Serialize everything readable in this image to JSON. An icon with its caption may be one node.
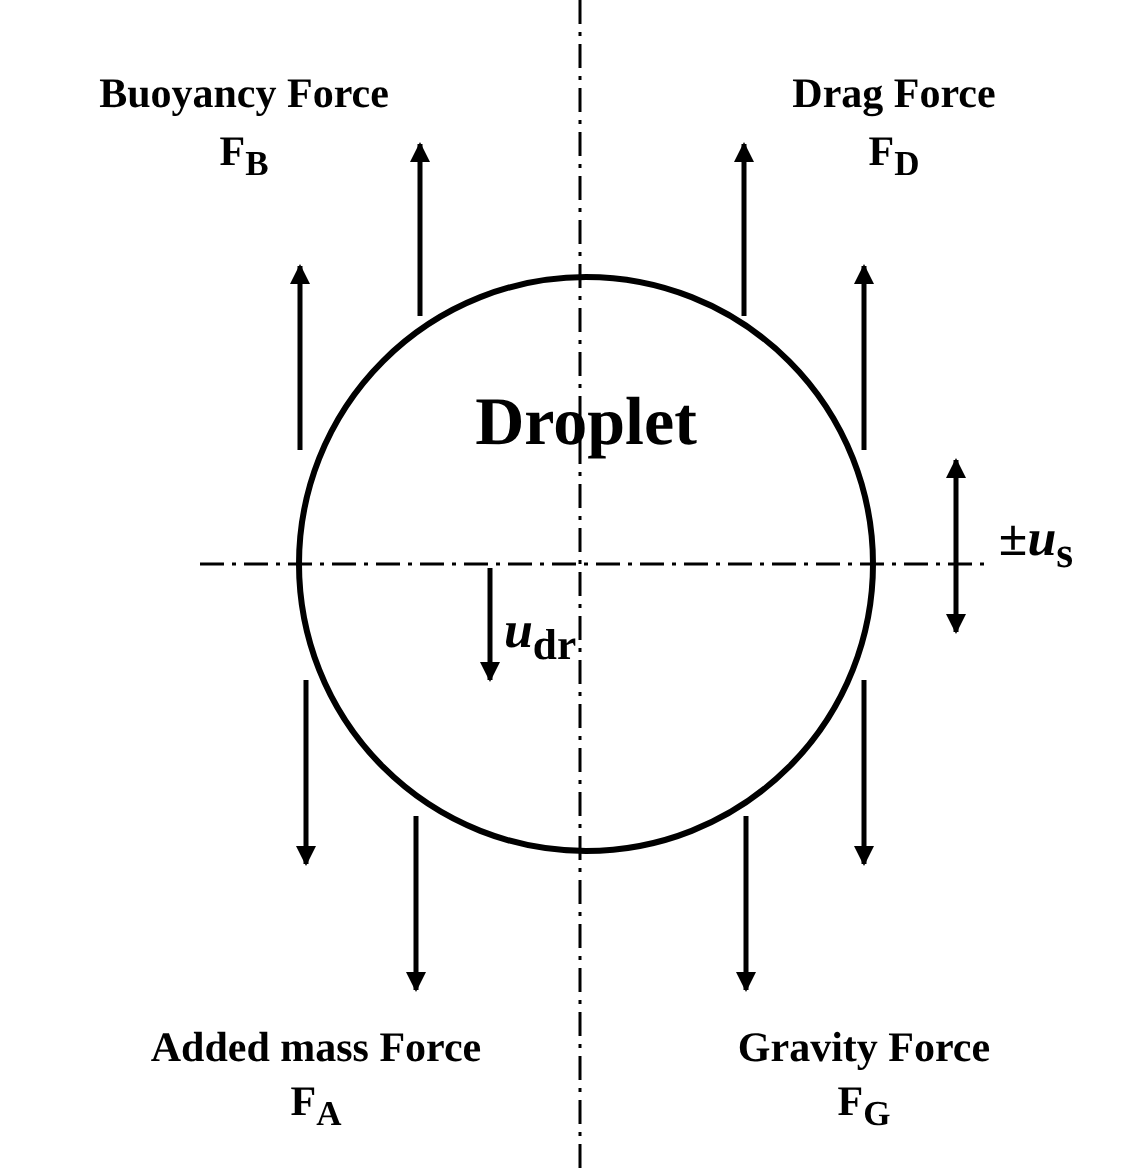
{
  "diagram": {
    "nodes": [
      {
        "text": [
          "Droplet"
        ]
      }
    ],
    "edges": [],
    "labels": [
      "Buoyancy Force",
      "F$_{B}$",
      "Drag Force",
      "F$_{D}$",
      "±*u*$_{s}$",
      "*u*$_{dr}$",
      "Added mass Force",
      "F$_{A}$",
      "Gravity Force",
      "F$_{G}$"
    ]
  }
}
